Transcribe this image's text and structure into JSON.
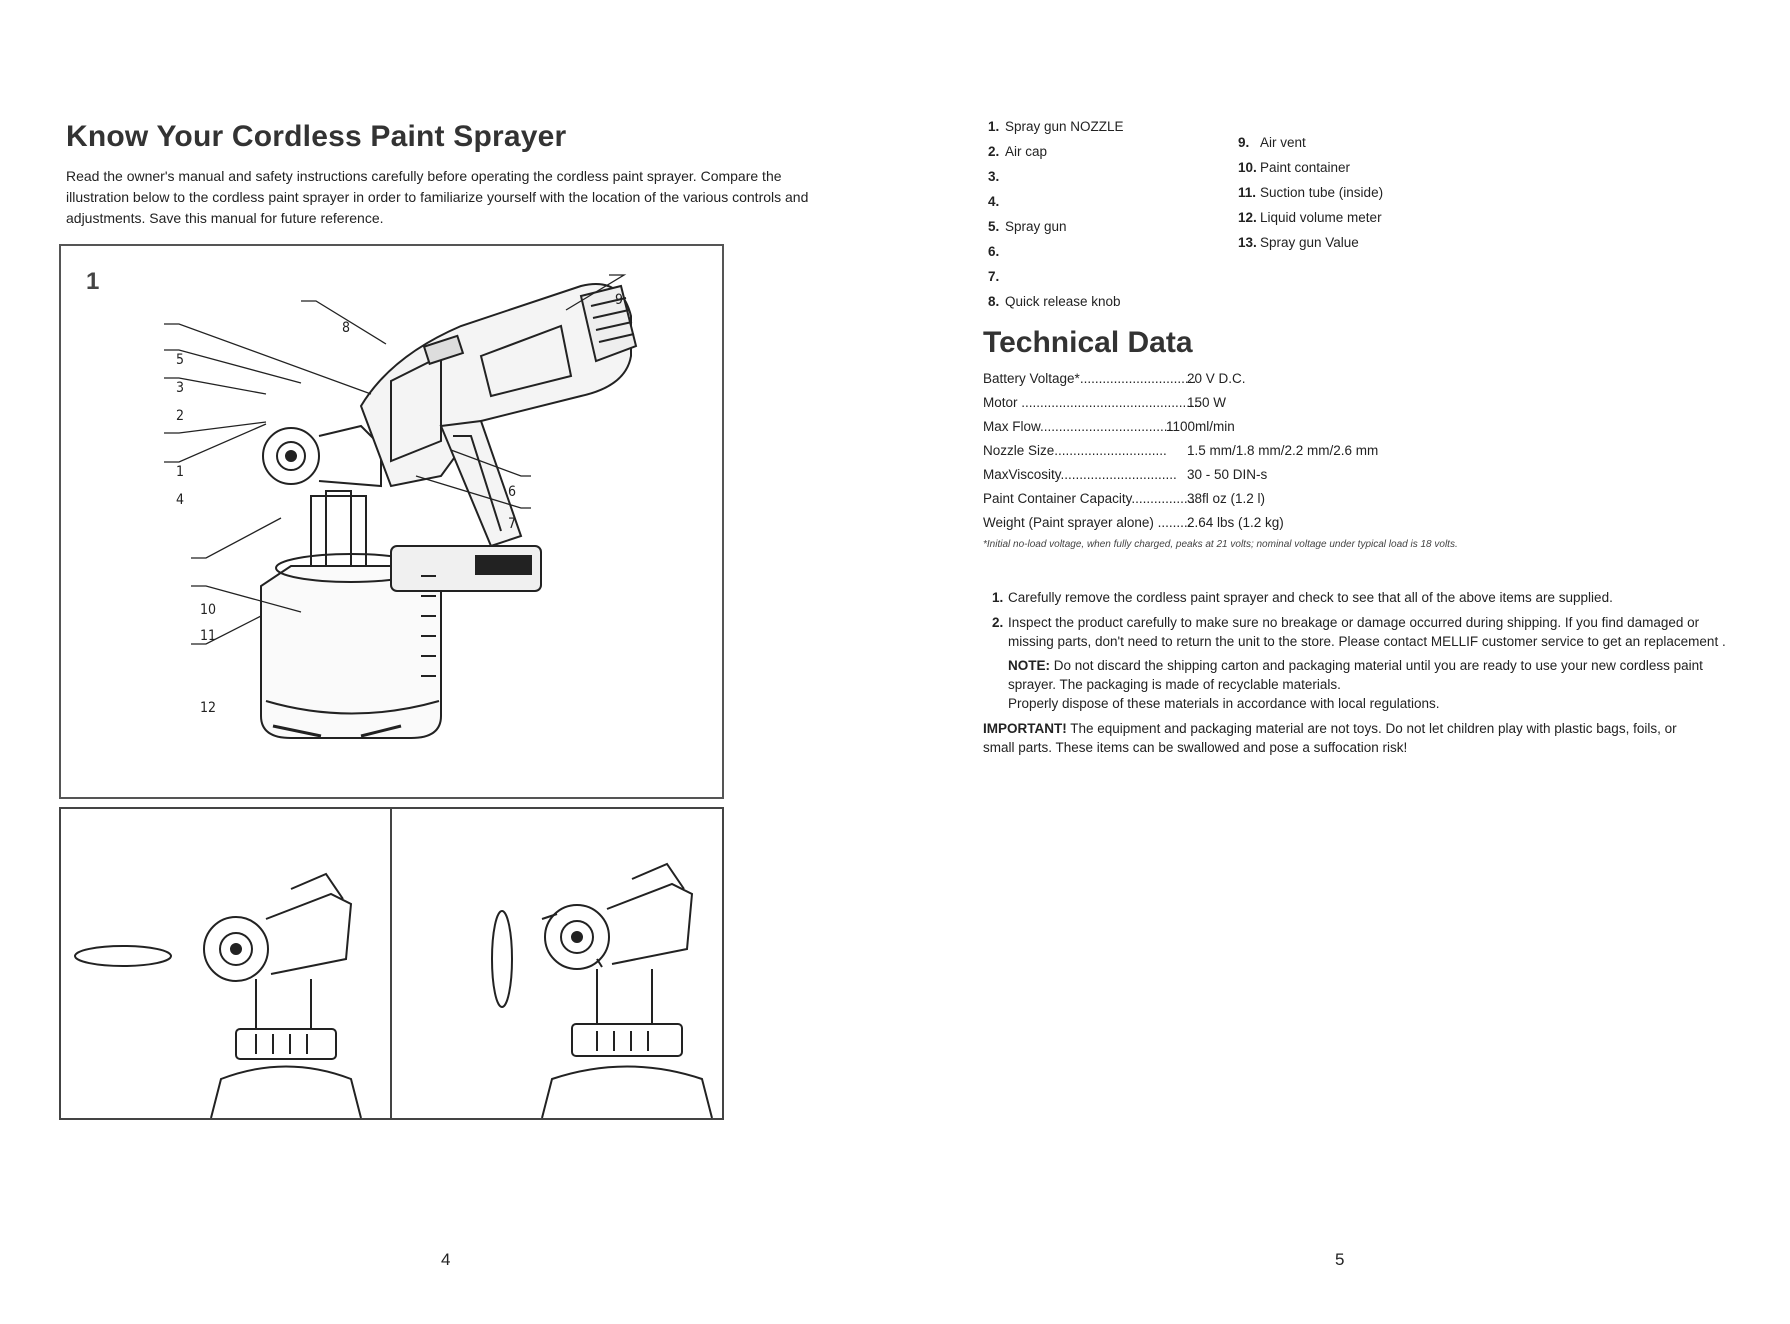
{
  "left_page": {
    "title": "Know Your Cordless Paint Sprayer",
    "intro": "Read the owner's manual and safety instructions carefully before operating the cordless paint sprayer. Compare the illustration below to the cordless paint sprayer in order to familiarize yourself with the location of the various controls and adjustments. Save this manual for future reference.",
    "figure_number": "1",
    "callouts": [
      "5",
      "3",
      "2",
      "1",
      "4",
      "8",
      "9",
      "6",
      "7",
      "10",
      "11",
      "12"
    ],
    "page_number": "4"
  },
  "right_page": {
    "parts_left": [
      {
        "num": "1.",
        "label": "Spray gun NOZZLE"
      },
      {
        "num": "2.",
        "label": "Air cap"
      },
      {
        "num": "3.",
        "label": ""
      },
      {
        "num": "4.",
        "label": ""
      },
      {
        "num": "5.",
        "label": "Spray gun"
      },
      {
        "num": "6.",
        "label": ""
      },
      {
        "num": "7.",
        "label": ""
      },
      {
        "num": "8.",
        "label": "Quick release knob"
      }
    ],
    "parts_right": [
      {
        "num": "9.",
        "label": "Air vent"
      },
      {
        "num": "10.",
        "label": "Paint container"
      },
      {
        "num": "11.",
        "label": "Suction tube (inside)"
      },
      {
        "num": "12.",
        "label": "Liquid volume meter"
      },
      {
        "num": "13.",
        "label": "Spray gun Value"
      }
    ],
    "tech_title": "Technical Data",
    "specs": [
      {
        "label": "Battery Voltage*...............................",
        "value": "20 V D.C."
      },
      {
        "label": "Motor ................................................",
        "value": "150 W"
      },
      {
        "label": " Max Flow...................................",
        "value": "1100ml/min"
      },
      {
        "label": "Nozzle Size..............................",
        "value": "1.5 mm/1.8 mm/2.2 mm/2.6 mm"
      },
      {
        "label": "MaxViscosity...............................",
        "value": "30 - 50 DIN-s"
      },
      {
        "label": "Paint Container Capacity.................",
        "value": "38fl oz (1.2 l)"
      },
      {
        "label": "Weight (Paint sprayer alone) .........",
        "value": "2.64 lbs (1.2 kg)"
      }
    ],
    "footnote": "*Initial no-load voltage, when fully charged, peaks at 21 volts; nominal voltage under typical load is 18 volts.",
    "steps": [
      {
        "num": "1.",
        "text": "Carefully remove the cordless paint sprayer and check to see that all of the above items are supplied."
      },
      {
        "num": "2.",
        "text": "Inspect the product carefully to make sure no breakage or damage occurred during shipping. If you find damaged or missing parts, don't need to return the unit to the store. Please contact MELLIF customer service to get an replacement ."
      }
    ],
    "note_label": "NOTE:",
    "note_text": " Do not discard the shipping carton and packaging material until you are ready to use your new cordless paint sprayer. The packaging is made of recyclable materials.",
    "note_text2": "Properly dispose of these materials in accordance with local regulations.",
    "important_label": "IMPORTANT!",
    "important_text": " The equipment and packaging material are not toys. Do not let children play with plastic bags, foils, or small parts. These items can be swallowed and pose a suffocation risk!",
    "page_number": "5"
  }
}
